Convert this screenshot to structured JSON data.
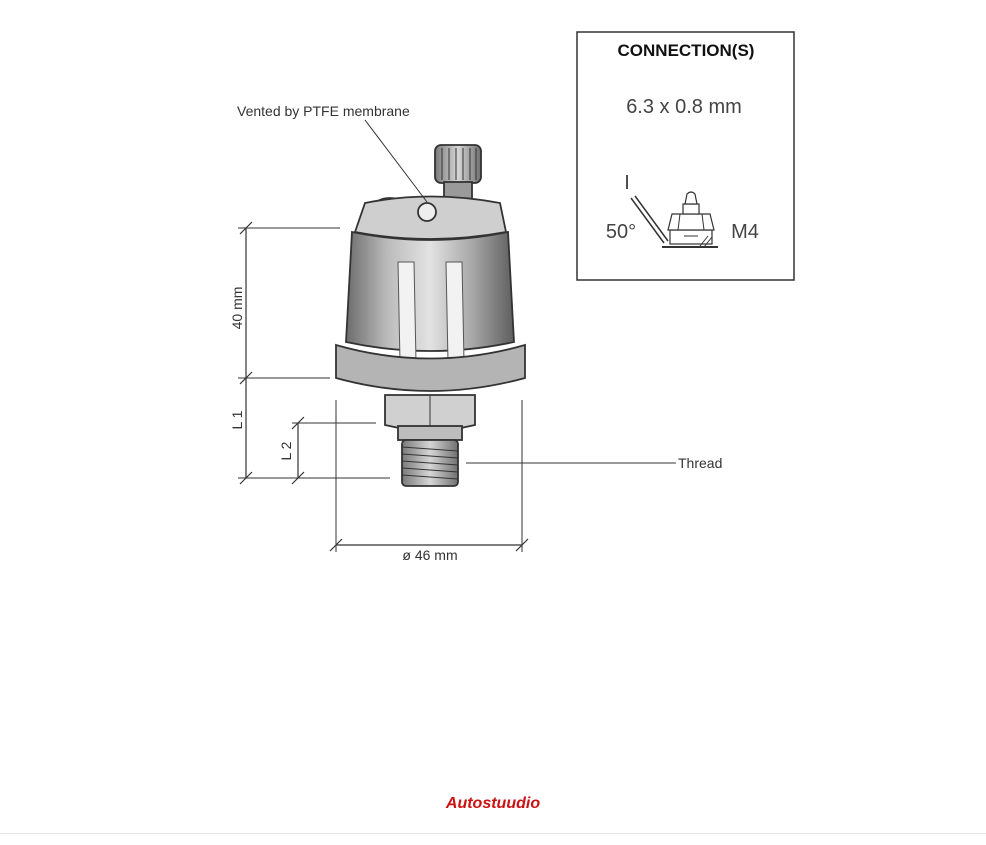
{
  "diagram": {
    "callout_membrane": "Vented by PTFE membrane",
    "callout_thread": "Thread",
    "dim_height": "40 mm",
    "dim_l1": "L 1",
    "dim_l2": "L 2",
    "dim_diameter": "ø 46 mm"
  },
  "connection": {
    "title": "CONNECTION(S)",
    "size": "6.3 x 0.8 mm",
    "angle": "50°",
    "marker": "I",
    "terminal": "M4"
  },
  "footer": {
    "brand": "Autostuudio",
    "brand_color": "#cc1111"
  }
}
